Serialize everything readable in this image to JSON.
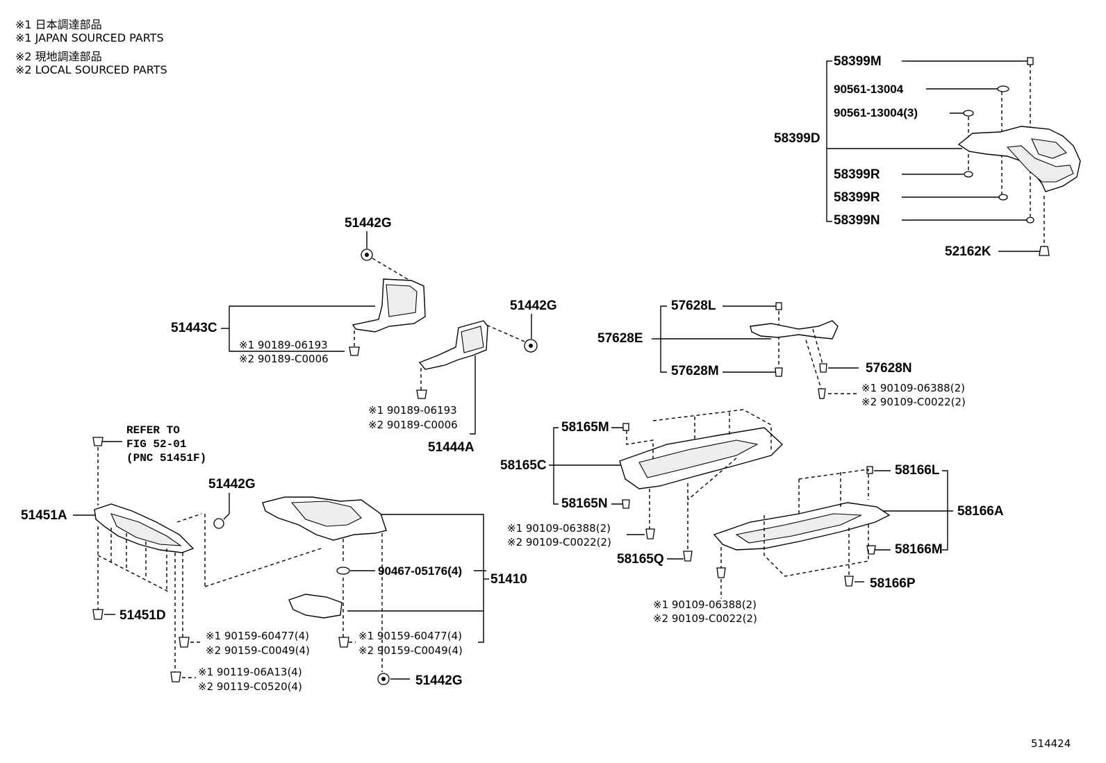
{
  "notes": [
    "※1 日本調達部品",
    "※1 JAPAN SOURCED PARTS",
    "※2 現地調達部品",
    "※2 LOCAL SOURCED PARTS"
  ],
  "figure_id": "514424",
  "labels": {
    "p58399M": "58399M",
    "p90561a": "90561-13004",
    "p90561b": "90561-13004(3)",
    "p58399D": "58399D",
    "p58399R1": "58399R",
    "p58399R2": "58399R",
    "p58399N": "58399N",
    "p52162K": "52162K",
    "p51442G_top": "51442G",
    "p51443C": "51443C",
    "p90189_a1": "※1 90189-06193",
    "p90189_a2": "※2 90189-C0006",
    "p51442G_mid": "51442G",
    "p90189_b1": "※1 90189-06193",
    "p90189_b2": "※2 90189-C0006",
    "p51444A": "51444A",
    "p57628L": "57628L",
    "p57628E": "57628E",
    "p57628M": "57628M",
    "p57628N": "57628N",
    "p90109_a1": "※1 90109-06388(2)",
    "p90109_a2": "※2 90109-C0022(2)",
    "refer1": "REFER TO",
    "refer2": "FIG 52-01",
    "refer3": "(PNC 51451F)",
    "p51442G_left": "51442G",
    "p51451A": "51451A",
    "p51451D": "51451D",
    "p90467": "90467-05176(4)",
    "p51410": "51410",
    "p90159_a1": "※1 90159-60477(4)",
    "p90159_a2": "※2 90159-C0049(4)",
    "p90159_b1": "※1 90159-60477(4)",
    "p90159_b2": "※2 90159-C0049(4)",
    "p90119_1": "※1 90119-06A13(4)",
    "p90119_2": "※2 90119-C0520(4)",
    "p51442G_bottom": "51442G",
    "p58165M": "58165M",
    "p58165C": "58165C",
    "p58165N": "58165N",
    "p90109_b1": "※1 90109-06388(2)",
    "p90109_b2": "※2 90109-C0022(2)",
    "p58165Q": "58165Q",
    "p58166L": "58166L",
    "p58166A": "58166A",
    "p58166M": "58166M",
    "p58166P": "58166P",
    "p90109_c1": "※1 90109-06388(2)",
    "p90109_c2": "※2 90109-C0022(2)"
  }
}
